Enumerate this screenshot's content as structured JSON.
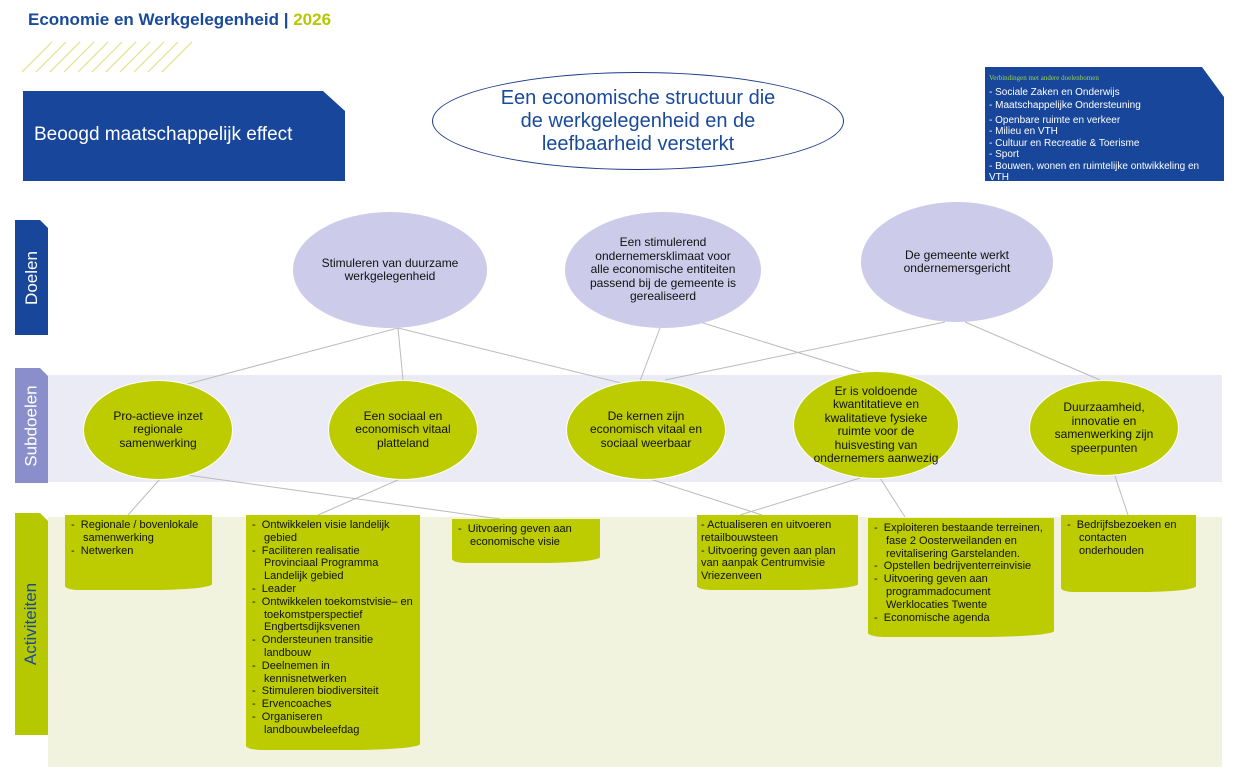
{
  "header": {
    "title": "Economie en Werkgelegenheid",
    "separator": "|",
    "year": "2026"
  },
  "effect": {
    "label": "Beoogd maatschappelijk effect",
    "statement": "Een economische structuur die de werkgelegenheid en de leefbaarheid versterkt"
  },
  "links": {
    "heading": "Verbindingen met andere doelenbomen",
    "items": [
      "Sociale Zaken en Onderwijs",
      "Maatschappelijke Ondersteuning",
      "Openbare ruimte en verkeer",
      "Milieu en VTH",
      "Cultuur en Recreatie & Toerisme",
      "Sport",
      "Bouwen, wonen en ruimtelijke ontwikkeling en VTH"
    ]
  },
  "tabs": {
    "doelen": "Doelen",
    "subdoelen": "Subdoelen",
    "activiteiten": "Activiteiten"
  },
  "doelen": [
    "Stimuleren van duurzame werkgelegenheid",
    "Een stimulerend ondernemersklimaat voor alle economische entiteiten passend bij de gemeente is gerealiseerd",
    "De gemeente werkt ondernemersgericht"
  ],
  "subdoelen": [
    "Pro-actieve inzet regionale samenwerking",
    "Een sociaal en economisch vitaal platteland",
    "De kernen zijn economisch vitaal en sociaal weerbaar",
    "Er is voldoende kwantitatieve en kwalitatieve fysieke ruimte voor de huisvesting van ondernemers aanwezig",
    "Duurzaamheid, innovatie en samenwerking zijn speerpunten"
  ],
  "activiteiten": [
    [
      "Regionale / bovenlokale samenwerking",
      "Netwerken"
    ],
    [
      "Ontwikkelen visie landelijk gebied",
      "Faciliteren realisatie Provinciaal Programma Landelijk gebied",
      "Leader",
      "Ontwikkelen toekomstvisie– en toekomstperspectief Engbertsdijksvenen",
      "Ondersteunen transitie landbouw",
      "Deelnemen in kennisnetwerken",
      "Stimuleren biodiversiteit",
      "Ervencoaches",
      "Organiseren landbouwbeleefdag"
    ],
    [
      "Uitvoering geven aan economische visie"
    ],
    [
      "Actualiseren en uitvoeren retailbouwsteen",
      "Uitvoering geven aan plan van aanpak Centrumvisie Vriezenveen"
    ],
    [
      "Exploiteren bestaande terreinen, fase 2 Oosterweilanden en revitalisering Garstelanden.",
      "Opstellen bedrijventerreinvisie",
      "Uitvoering geven aan programmadocument Werklocaties Twente",
      "Economische agenda"
    ],
    [
      "Bedrijfsbezoeken en contacten onderhouden"
    ]
  ],
  "colors": {
    "blue": "#17469a",
    "green": "#bccc00",
    "lavender": "#ccccea"
  }
}
